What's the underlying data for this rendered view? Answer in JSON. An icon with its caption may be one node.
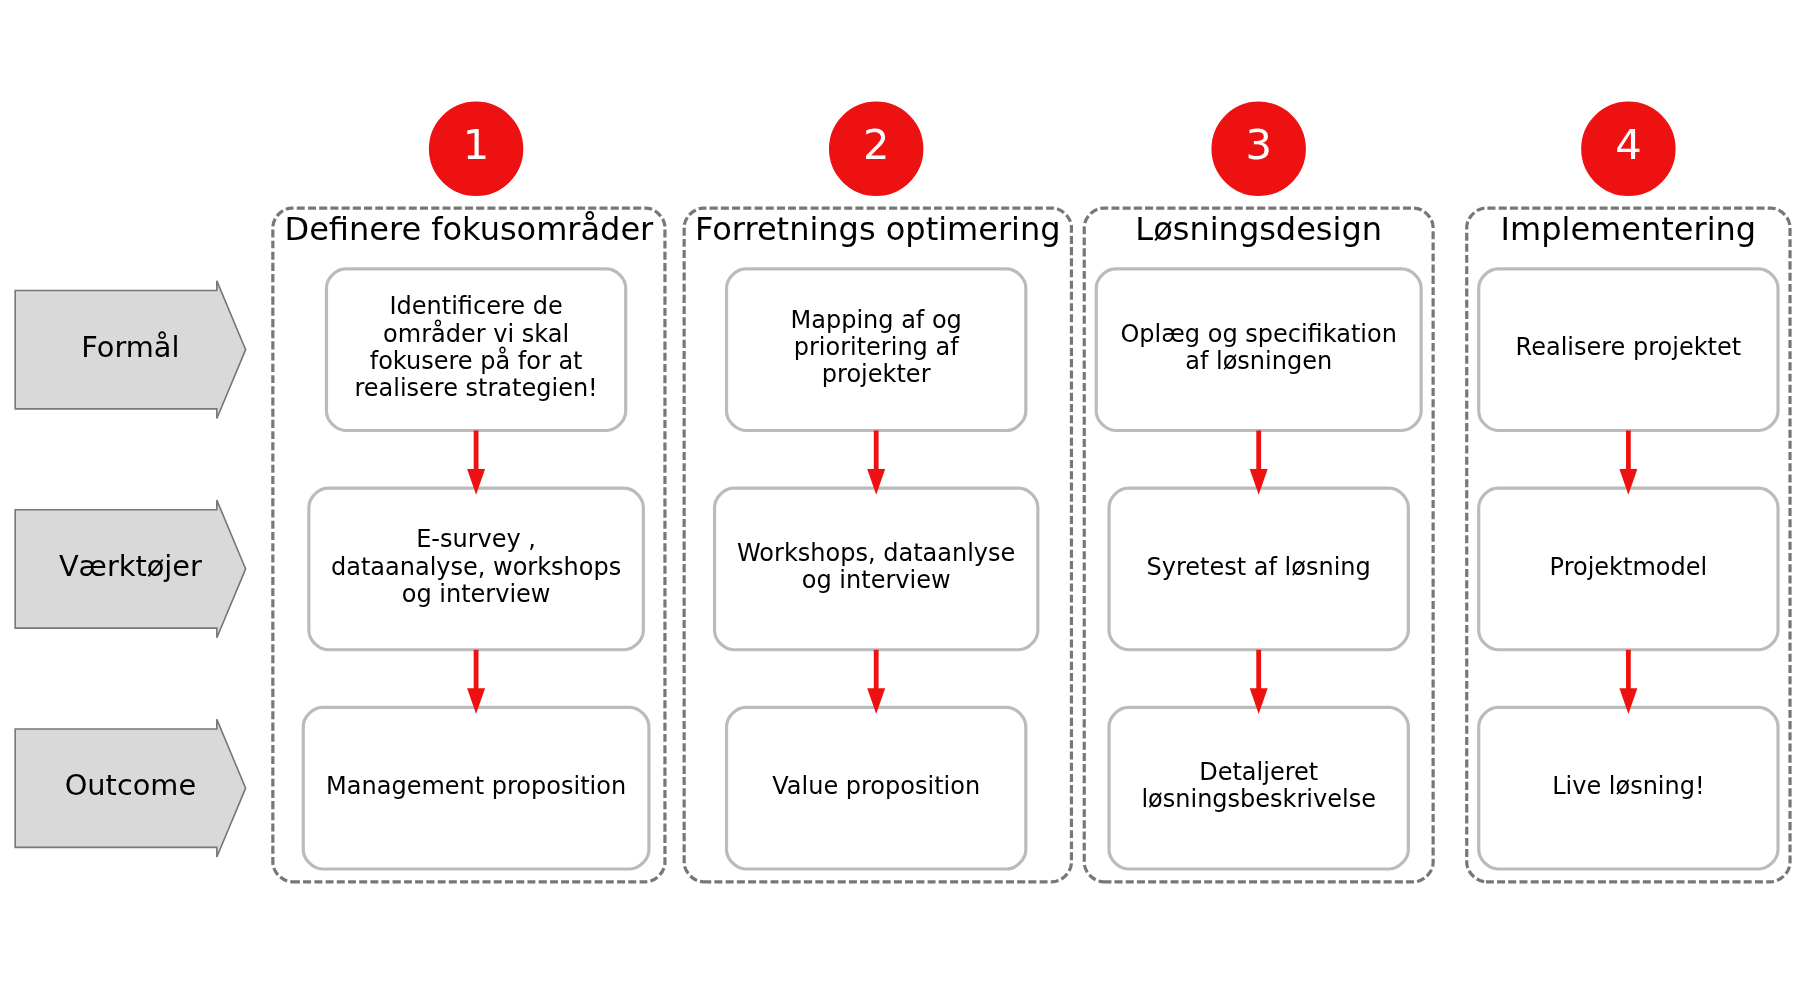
{
  "diagram": {
    "nodes": [
      {
        "text": [
          "1"
        ]
      },
      {
        "text": [
          "Definere fokusområder"
        ]
      },
      {
        "text": [
          "Identificere de områder vi skal fokusere på for at realisere strategien!"
        ],
        "in": 1
      },
      {
        "text": [
          "E-survey , dataanalyse, workshops og interview"
        ],
        "in": 1
      },
      {
        "text": [
          "Management proposition"
        ],
        "in": 1
      },
      {
        "text": [
          "2"
        ]
      },
      {
        "text": [
          "Forretnings optimering"
        ]
      },
      {
        "text": [
          "Mapping af og prioritering af projekter"
        ],
        "in": 6
      },
      {
        "text": [
          "Workshops, dataanlyse og interview"
        ],
        "in": 6
      },
      {
        "text": [
          "Value proposition"
        ],
        "in": 6
      },
      {
        "text": [
          "3"
        ]
      },
      {
        "text": [
          "Løsningsdesign"
        ]
      },
      {
        "text": [
          "Oplæg og specifikation af løsningen"
        ],
        "in": 11
      },
      {
        "text": [
          "Syretest af løsning"
        ],
        "in": 11
      },
      {
        "text": [
          "Detaljeret løsningsbeskrivelse"
        ],
        "in": 11
      },
      {
        "text": [
          "4"
        ]
      },
      {
        "text": [
          "Implementering"
        ]
      },
      {
        "text": [
          "Realisere projektet"
        ],
        "in": 16
      },
      {
        "text": [
          "Projektmodel"
        ],
        "in": 16
      },
      {
        "text": [
          "Live løsning!"
        ],
        "in": 16
      },
      {
        "text": [
          "Formål"
        ]
      },
      {
        "text": [
          "Værktøjer"
        ]
      },
      {
        "text": [
          "Outcome"
        ]
      }
    ],
    "edges": [
      {
        "from": 2,
        "to": 3,
        "arrow": "to"
      },
      {
        "from": 3,
        "to": 4,
        "arrow": "to"
      },
      {
        "from": 7,
        "to": 8,
        "arrow": "to"
      },
      {
        "from": 8,
        "to": 9,
        "arrow": "to"
      },
      {
        "from": 12,
        "to": 13,
        "arrow": "to"
      },
      {
        "from": 13,
        "to": 14,
        "arrow": "to"
      },
      {
        "from": 17,
        "to": 18,
        "arrow": "to"
      },
      {
        "from": 18,
        "to": 19,
        "arrow": "to"
      }
    ]
  }
}
